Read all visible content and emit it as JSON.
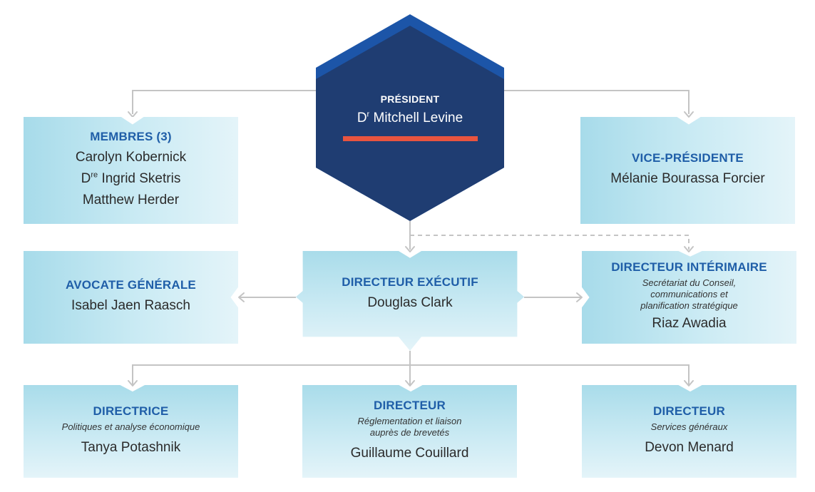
{
  "president": {
    "title": "PRÉSIDENT",
    "prefix": "D",
    "prefix_sup": "r",
    "name": " Mitchell Levine"
  },
  "members": {
    "title": "MEMBRES (3)",
    "names": [
      "Carolyn Kobernick",
      "Ingrid Sketris",
      "Matthew Herder"
    ],
    "second_prefix": "D",
    "second_prefix_sup": "re"
  },
  "vice_president": {
    "title": "VICE-PRÉSIDENTE",
    "name": "Mélanie Bourassa Forcier"
  },
  "general_counsel": {
    "title": "AVOCATE GÉNÉRALE",
    "name": "Isabel Jaen Raasch"
  },
  "executive_director": {
    "title": "DIRECTEUR EXÉCUTIF",
    "name": "Douglas Clark"
  },
  "interim_director": {
    "title": "DIRECTEUR INTÉRIMAIRE",
    "subtitle_lines": [
      "Secrétariat du Conseil,",
      "communications et",
      "planification stratégique"
    ],
    "name": "Riaz Awadia"
  },
  "director_policy": {
    "title": "DIRECTRICE",
    "subtitle_lines": [
      "Politiques et analyse économique"
    ],
    "name": "Tanya Potashnik"
  },
  "director_regulation": {
    "title": "DIRECTEUR",
    "subtitle_lines": [
      "Réglementation et liaison",
      "auprès de brevetés"
    ],
    "name": "Guillaume Couillard"
  },
  "director_services": {
    "title": "DIRECTEUR",
    "subtitle_lines": [
      "Services généraux"
    ],
    "name": "Devon Menard"
  },
  "colors": {
    "hexagon_fill": "#1f3d72",
    "hexagon_accent": "#1c55a8",
    "accent_line": "#e8543f",
    "title_text": "#1f5ea8",
    "connector": "#c2c2c2"
  }
}
